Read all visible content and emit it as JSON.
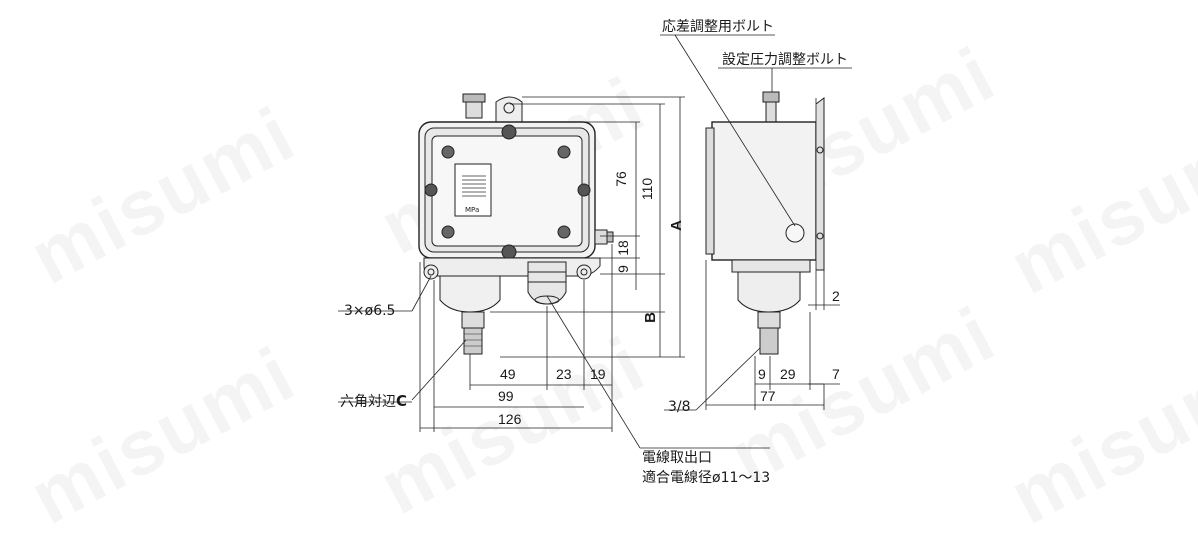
{
  "watermark": "misumi",
  "callouts": {
    "differential_bolt": "応差調整用ボルト",
    "setpoint_bolt": "設定圧力調整ボルト",
    "mount_holes": "3×ø6.5",
    "hex_flat_prefix": "六角対辺",
    "hex_flat_letter": "C",
    "cable_outlet": "電線取出口",
    "cable_diameter": "適合電線径ø11～13",
    "thread": "3/8"
  },
  "dimensions": {
    "d76": "76",
    "d110": "110",
    "d18": "18",
    "d9a": "9",
    "dA": "A",
    "dB": "B",
    "d49": "49",
    "d23": "23",
    "d19": "19",
    "d99": "99",
    "d126": "126",
    "d2": "2",
    "d9b": "9",
    "d29": "29",
    "d7": "7",
    "d77": "77"
  },
  "panel": {
    "label": "MPa"
  },
  "colors": {
    "line": "#222222",
    "body_fill": "#f3f3f3",
    "shade": "#c8c8c8"
  }
}
